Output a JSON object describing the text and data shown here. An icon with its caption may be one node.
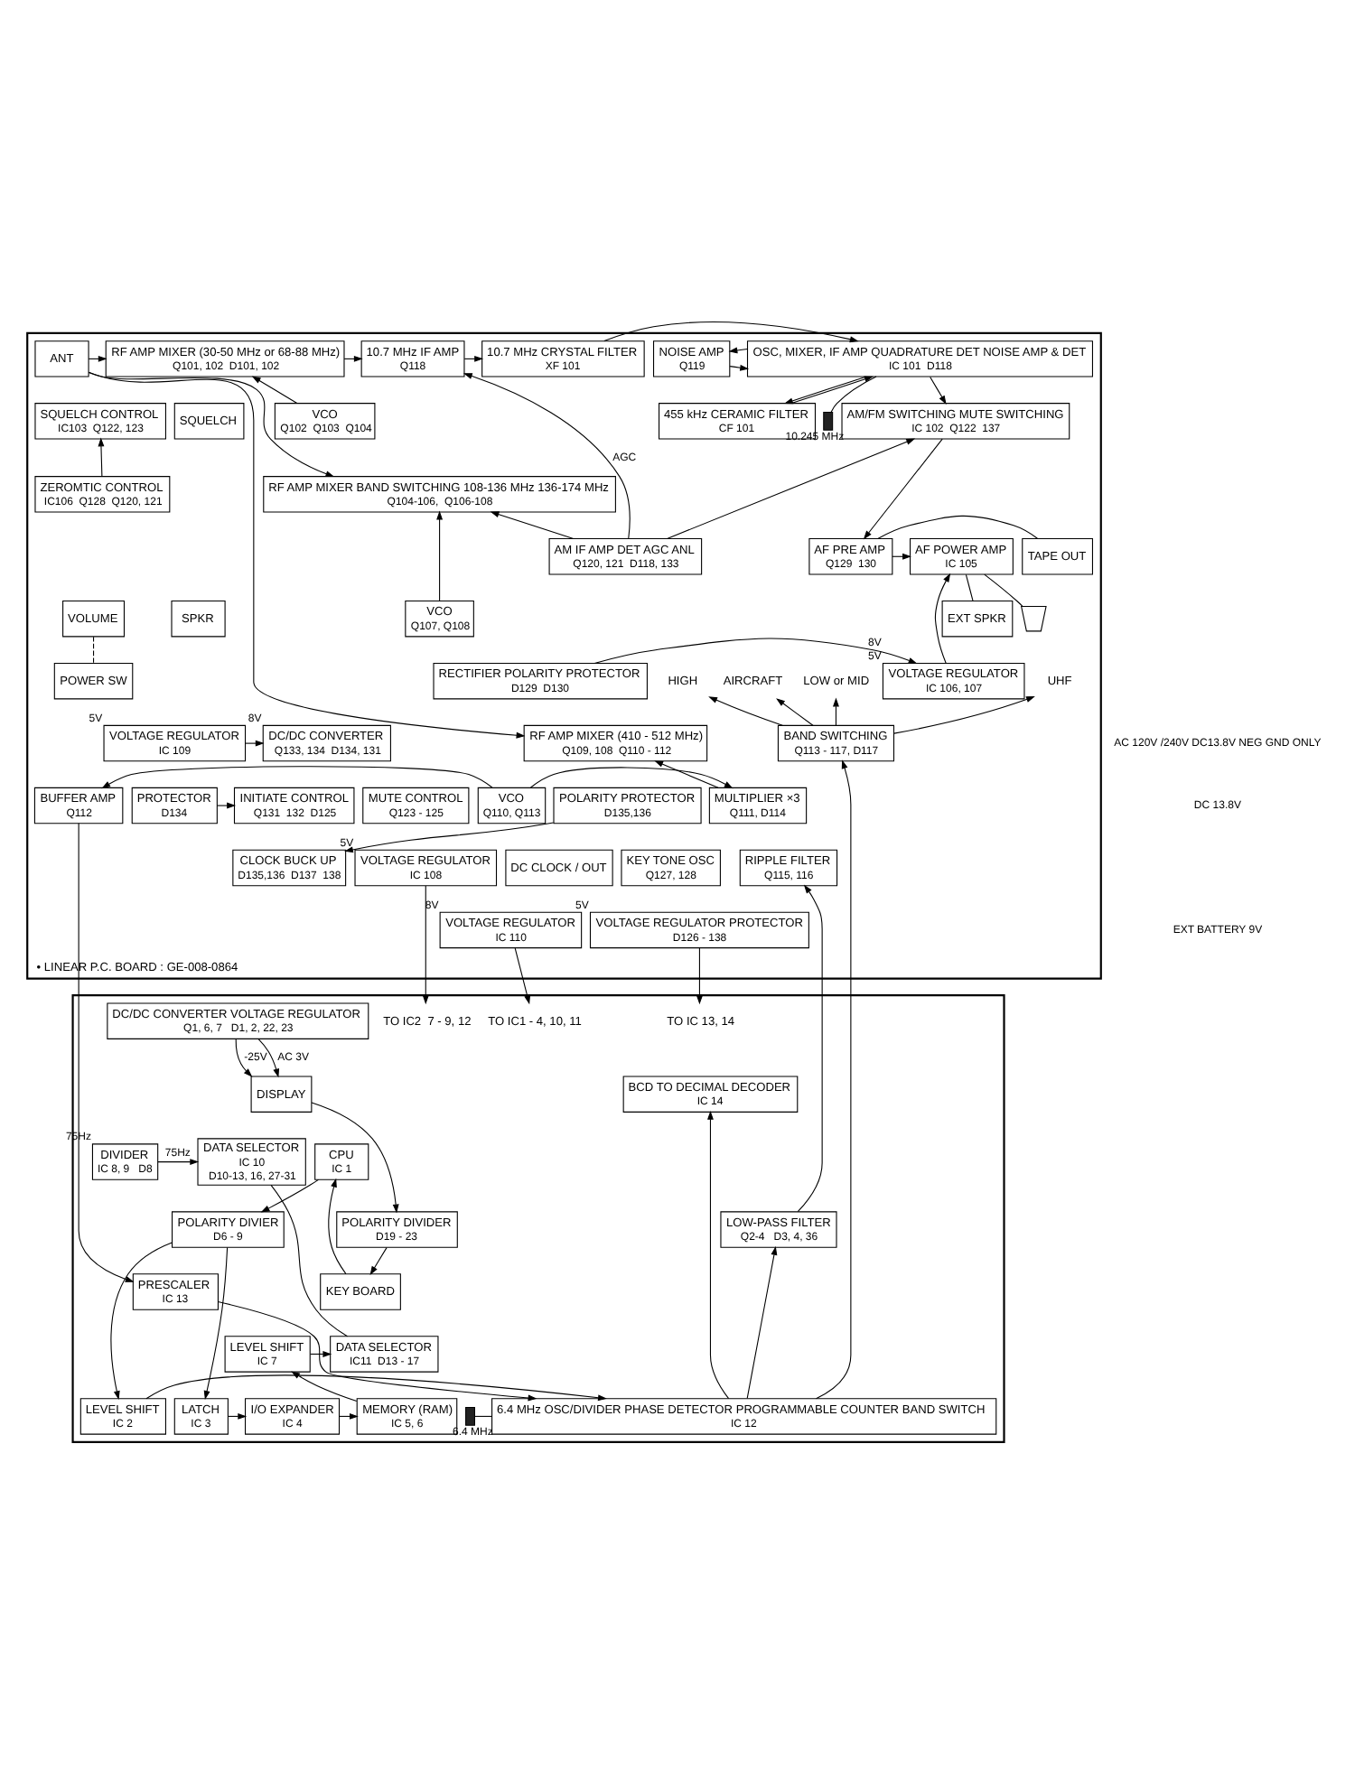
{
  "diagram": {
    "nodes": [
      {
        "text": [
          "• LINEAR P.C. BOARD : GE-008-0864"
        ]
      },
      {
        "text": [
          "ANT"
        ],
        "in": 0
      },
      {
        "text": [
          "RF AMP MIXER (30-50 MHz or 68-88 MHz)",
          "Q101, 102  D101, 102"
        ],
        "in": 0
      },
      {
        "text": [
          "VCO",
          "Q102  Q103  Q104"
        ],
        "in": 0
      },
      {
        "text": [
          "RF AMP MIXER BAND SWITCHING 108-136 MHz 136-174 MHz",
          "Q104-106,  Q106-108"
        ],
        "in": 0
      },
      {
        "text": [
          "VCO",
          "Q107, Q108"
        ],
        "in": 0
      },
      {
        "text": [
          "RF AMP MIXER (410 - 512 MHz)",
          "Q109, 108  Q110 - 112"
        ],
        "in": 0
      },
      {
        "text": [
          "MULTIPLIER ×3",
          "Q111, D114"
        ],
        "in": 0
      },
      {
        "text": [
          "VCO",
          "Q110, Q113"
        ],
        "in": 0
      },
      {
        "text": [
          "BUFFER AMP",
          "Q112"
        ],
        "in": 0
      },
      {
        "text": [
          "RIPPLE FILTER",
          "Q115, 116"
        ],
        "in": 0
      },
      {
        "text": [
          "10.7 MHz IF AMP",
          "Q118"
        ],
        "in": 0
      },
      {
        "text": [
          "10.7 MHz CRYSTAL FILTER",
          "XF 101"
        ],
        "in": 0
      },
      {
        "text": [
          "OSC, MIXER, IF AMP QUADRATURE DET NOISE AMP & DET",
          "IC 101  D118"
        ],
        "in": 0
      },
      {
        "text": [],
        "shape": "crystal",
        "beside": [
          "10.245 MHz"
        ],
        "in": 0
      },
      {
        "text": [
          "455 kHz CERAMIC FILTER",
          "CF 101"
        ],
        "in": 0
      },
      {
        "text": [
          "NOISE AMP",
          "Q119"
        ],
        "in": 0
      },
      {
        "text": [
          "SQUELCH"
        ],
        "in": 0
      },
      {
        "text": [
          "SQUELCH CONTROL",
          "IC103  Q122, 123"
        ],
        "in": 0
      },
      {
        "text": [
          "ZEROMTIC CONTROL",
          "IC106  Q128  Q120, 121"
        ],
        "in": 0
      },
      {
        "text": [
          "AM/FM SWITCHING MUTE SWITCHING",
          "IC 102  Q122  137"
        ],
        "in": 0
      },
      {
        "text": [
          "AM IF AMP DET AGC ANL",
          "Q120, 121  D118, 133"
        ],
        "in": 0
      },
      {
        "text": [
          "AF PRE AMP",
          "Q129  130"
        ],
        "in": 0
      },
      {
        "text": [
          "AF POWER AMP",
          "IC 105"
        ],
        "in": 0
      },
      {
        "text": [
          "TAPE OUT"
        ],
        "in": 0
      },
      {
        "text": [
          "SPKR"
        ],
        "in": 0
      },
      {
        "text": [
          "EXT SPKR"
        ],
        "in": 0
      },
      {
        "text": [
          "VOLUME"
        ],
        "in": 0
      },
      {
        "text": [],
        "shape": "speaker",
        "in": 0
      },
      {
        "text": [
          "LOW or MID"
        ],
        "in": 0
      },
      {
        "text": [
          "AIRCRAFT"
        ],
        "in": 0
      },
      {
        "text": [
          "HIGH"
        ],
        "in": 0
      },
      {
        "text": [
          "UHF"
        ],
        "in": 0
      },
      {
        "text": [
          "BAND SWITCHING",
          "Q113 - 117, D117"
        ],
        "in": 0
      },
      {
        "text": [
          "MUTE CONTROL",
          "Q123 - 125"
        ],
        "in": 0
      },
      {
        "text": [
          "KEY TONE OSC",
          "Q127, 128"
        ],
        "in": 0
      },
      {
        "text": [
          "VOLTAGE REGULATOR",
          "IC 106, 107"
        ],
        "beside": [
          "8V",
          "5V"
        ],
        "in": 0
      },
      {
        "text": [
          "POWER SW"
        ],
        "in": 0
      },
      {
        "text": [
          "RECTIFIER POLARITY PROTECTOR",
          "D129  D130"
        ],
        "in": 0
      },
      {
        "text": [
          "DC/DC CONVERTER",
          "Q133, 134  D134, 131"
        ],
        "beside": [
          "8V"
        ],
        "in": 0
      },
      {
        "text": [
          "VOLTAGE REGULATOR",
          "IC 109"
        ],
        "beside": [
          "5V"
        ],
        "in": 0
      },
      {
        "text": [
          "INITIATE CONTROL",
          "Q131  132  D125"
        ],
        "in": 0
      },
      {
        "text": [
          "PROTECTOR",
          "D134"
        ],
        "in": 0
      },
      {
        "text": [
          "DC CLOCK / OUT"
        ],
        "in": 0
      },
      {
        "text": [
          "VOLTAGE REGULATOR",
          "IC 108"
        ],
        "beside": [
          "5V"
        ],
        "in": 0
      },
      {
        "text": [
          "POLARITY PROTECTOR",
          "D135,136"
        ],
        "in": 0
      },
      {
        "text": [
          "CLOCK BUCK UP",
          "D135,136  D137  138"
        ],
        "in": 0
      },
      {
        "text": [
          "VOLTAGE REGULATOR",
          "IC 110"
        ],
        "beside": [
          "8V"
        ],
        "in": 0
      },
      {
        "text": [
          "VOLTAGE REGULATOR PROTECTOR",
          "D126 - 138"
        ],
        "beside": [
          "5V"
        ],
        "in": 0
      },
      {
        "text": [],
        "shape": "box"
      },
      {
        "text": [
          "TO IC2  7 - 9, 12"
        ],
        "in": 49
      },
      {
        "text": [
          "TO IC1 - 4, 10, 11"
        ],
        "in": 49
      },
      {
        "text": [
          "TO IC 13, 14"
        ],
        "in": 49
      },
      {
        "text": [
          "DC/DC CONVERTER VOLTAGE REGULATOR",
          "Q1, 6, 7   D1, 2, 22, 23"
        ],
        "in": 49
      },
      {
        "text": [
          "DISPLAY"
        ],
        "in": 49
      },
      {
        "text": [
          "BCD TO DECIMAL DECODER",
          "IC 14"
        ],
        "in": 49
      },
      {
        "text": [
          "CPU",
          "IC 1"
        ],
        "in": 49
      },
      {
        "text": [
          "DATA SELECTOR",
          "IC 10",
          "D10-13, 16, 27-31"
        ],
        "in": 49
      },
      {
        "text": [
          "DIVIDER",
          "IC 8, 9   D8"
        ],
        "beside": [
          "75Hz"
        ],
        "in": 49
      },
      {
        "text": [
          "LOW-PASS FILTER",
          "Q2-4   D3, 4, 36"
        ],
        "in": 49
      },
      {
        "text": [
          "POLARITY DIVIER",
          "D6 - 9"
        ],
        "in": 49
      },
      {
        "text": [
          "POLARITY DIVIDER",
          "D19 - 23"
        ],
        "in": 49
      },
      {
        "text": [
          "KEY BOARD"
        ],
        "in": 49
      },
      {
        "text": [
          "PRESCALER",
          "IC 13"
        ],
        "in": 49
      },
      {
        "text": [
          "DATA SELECTOR",
          "IC11  D13 - 17"
        ],
        "in": 49
      },
      {
        "text": [
          "LEVEL SHIFT",
          "IC 7"
        ],
        "in": 49
      },
      {
        "text": [
          "6.4 MHz OSC/DIVIDER PHASE DETECTOR PROGRAMMABLE COUNTER BAND SWITCH",
          "IC 12"
        ],
        "in": 49
      },
      {
        "text": [
          "LEVEL SHIFT",
          "IC 2"
        ],
        "in": 49
      },
      {
        "text": [
          "LATCH",
          "IC 3"
        ],
        "in": 49
      },
      {
        "text": [
          "I/O EXPANDER",
          "IC 4"
        ],
        "in": 49
      },
      {
        "text": [
          "MEMORY (RAM)",
          "IC 5, 6"
        ],
        "in": 49
      },
      {
        "text": [],
        "shape": "crystal",
        "beside": [
          "6.4 MHz"
        ],
        "in": 49
      }
    ],
    "edges": [
      {
        "from": 1,
        "to": 2,
        "arrow": "to"
      },
      {
        "from": 1,
        "to": 4,
        "arrow": "to"
      },
      {
        "from": 1,
        "to": 6,
        "arrow": "to"
      },
      {
        "from": 3,
        "to": 2,
        "arrow": "to"
      },
      {
        "from": 5,
        "to": 4,
        "arrow": "to"
      },
      {
        "from": 2,
        "to": 11,
        "arrow": "to"
      },
      {
        "from": 11,
        "to": 12,
        "arrow": "to"
      },
      {
        "from": 12,
        "to": 13,
        "arrow": "to"
      },
      {
        "from": 14,
        "to": 13,
        "arrow": "none"
      },
      {
        "from": 13,
        "to": 15,
        "arrow": "to"
      },
      {
        "from": 15,
        "to": 13,
        "arrow": "to"
      },
      {
        "from": 16,
        "to": 13,
        "arrow": "to"
      },
      {
        "from": 13,
        "to": 16,
        "arrow": "to"
      },
      {
        "from": 13,
        "to": 20,
        "arrow": "to"
      },
      {
        "from": 21,
        "to": 20,
        "arrow": "to"
      },
      {
        "from": 20,
        "to": 22,
        "arrow": "to"
      },
      {
        "from": 22,
        "to": 23,
        "arrow": "to"
      },
      {
        "from": 23,
        "to": 28,
        "arrow": "none"
      },
      {
        "from": 22,
        "to": 24,
        "arrow": "none"
      },
      {
        "from": 23,
        "to": 26,
        "arrow": "none"
      },
      {
        "from": 19,
        "to": 18,
        "arrow": "to"
      },
      {
        "from": 21,
        "to": 11,
        "arrow": "to",
        "label": "AGC"
      },
      {
        "from": 21,
        "to": 4,
        "arrow": "to"
      },
      {
        "from": 7,
        "to": 6,
        "arrow": "to"
      },
      {
        "from": 8,
        "to": 7,
        "arrow": "to"
      },
      {
        "from": 8,
        "to": 9,
        "arrow": "to"
      },
      {
        "from": 33,
        "to": 29,
        "arrow": "to"
      },
      {
        "from": 33,
        "to": 30,
        "arrow": "to"
      },
      {
        "from": 33,
        "to": 31,
        "arrow": "to"
      },
      {
        "from": 33,
        "to": 32,
        "arrow": "to"
      },
      {
        "from": 38,
        "to": 36,
        "arrow": "to"
      },
      {
        "from": 36,
        "to": 23,
        "arrow": "to"
      },
      {
        "from": 42,
        "to": 41,
        "arrow": "to"
      },
      {
        "from": 40,
        "to": 39,
        "arrow": "to"
      },
      {
        "from": 45,
        "to": 46,
        "arrow": "to"
      },
      {
        "from": 27,
        "to": 37,
        "arrow": "none",
        "style": "dashed"
      },
      {
        "from": 44,
        "to": 50,
        "arrow": "to"
      },
      {
        "from": 47,
        "to": 51,
        "arrow": "to"
      },
      {
        "from": 48,
        "to": 52,
        "arrow": "to"
      },
      {
        "from": 9,
        "to": 63,
        "arrow": "to"
      },
      {
        "from": 59,
        "to": 10,
        "arrow": "to"
      },
      {
        "from": 66,
        "to": 33,
        "arrow": "to"
      },
      {
        "from": 53,
        "to": 54,
        "arrow": "to",
        "label": "-25V"
      },
      {
        "from": 53,
        "to": 54,
        "arrow": "to",
        "label": "AC 3V"
      },
      {
        "from": 58,
        "to": 57,
        "arrow": "to",
        "label": "75Hz"
      },
      {
        "from": 56,
        "to": 60,
        "arrow": "to"
      },
      {
        "from": 54,
        "to": 61,
        "arrow": "to"
      },
      {
        "from": 61,
        "to": 62,
        "arrow": "to"
      },
      {
        "from": 62,
        "to": 56,
        "arrow": "to"
      },
      {
        "from": 57,
        "to": 64,
        "arrow": "none"
      },
      {
        "from": 65,
        "to": 64,
        "arrow": "to"
      },
      {
        "from": 70,
        "to": 65,
        "arrow": "to"
      },
      {
        "from": 69,
        "to": 70,
        "arrow": "to"
      },
      {
        "from": 68,
        "to": 69,
        "arrow": "to"
      },
      {
        "from": 60,
        "to": 67,
        "arrow": "to"
      },
      {
        "from": 60,
        "to": 68,
        "arrow": "to"
      },
      {
        "from": 67,
        "to": 66,
        "arrow": "to"
      },
      {
        "from": 63,
        "to": 66,
        "arrow": "to"
      },
      {
        "from": 66,
        "to": 59,
        "arrow": "to"
      },
      {
        "from": 66,
        "to": 55,
        "arrow": "to"
      },
      {
        "from": 71,
        "to": 66,
        "arrow": "none"
      }
    ],
    "labels": [
      "AC 120V /240V DC13.8V NEG GND ONLY",
      "DC 13.8V",
      "EXT BATTERY 9V"
    ]
  }
}
